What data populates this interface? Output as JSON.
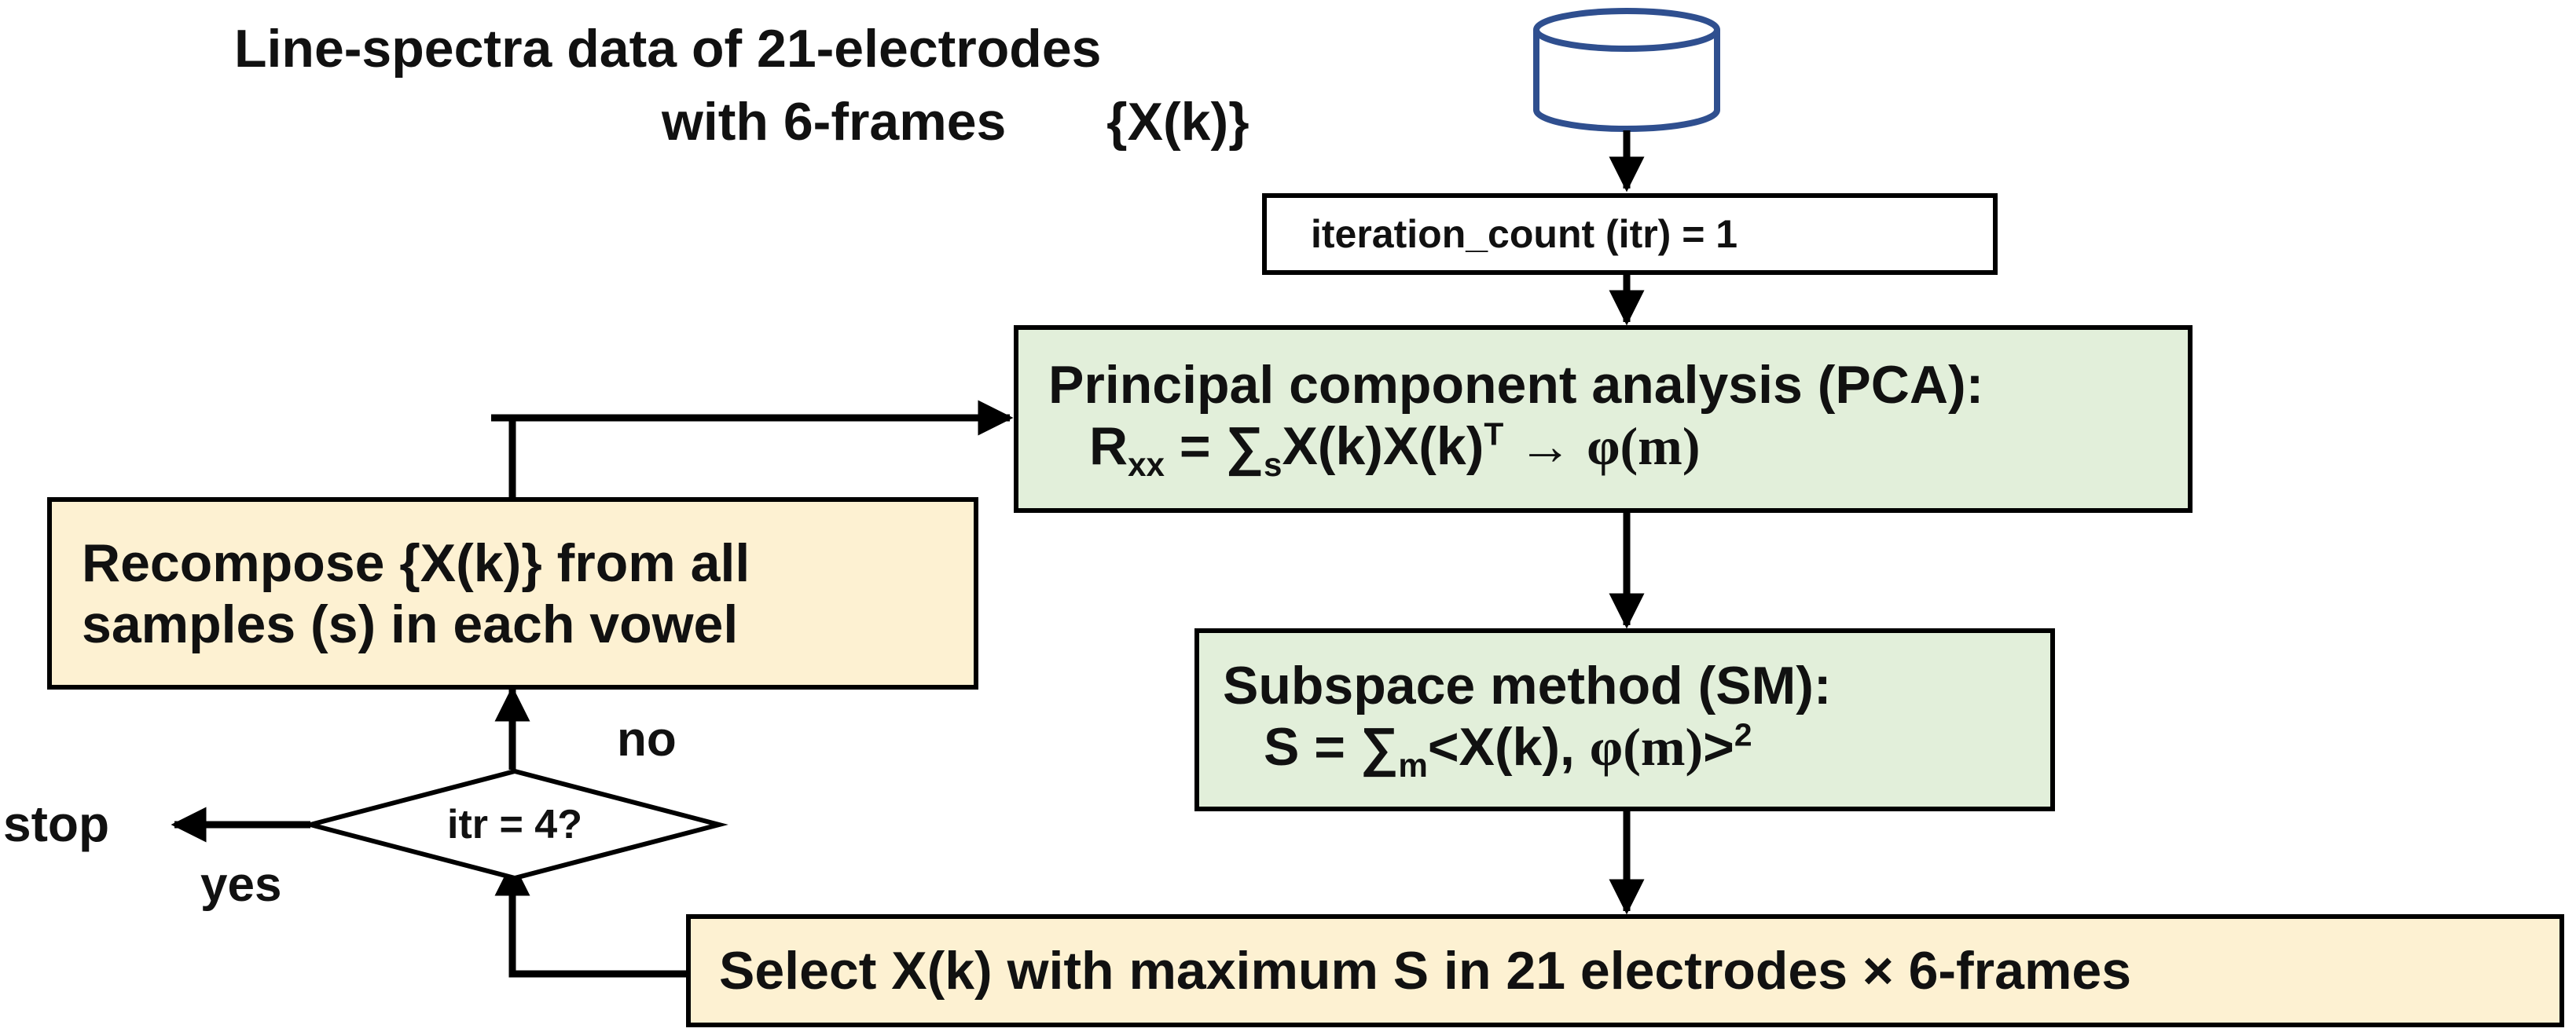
{
  "title": {
    "line1": "Line-spectra data of 21-electrodes",
    "line2": "with 6-frames",
    "set_symbol": "{X(k)}"
  },
  "iteration": {
    "label": "iteration_count (itr) = 1"
  },
  "pca": {
    "title": "Principal component analysis (PCA):",
    "formula": {
      "r": "R",
      "r_sub": "xx",
      "mid": " = ∑",
      "sum_sub": "s",
      "term": "X(k)X(k)",
      "t_sup": "T",
      "arrow": " → ",
      "result": "φ(m)"
    }
  },
  "sm": {
    "title": "Subspace method (SM):",
    "formula": {
      "lhs": "S = ∑",
      "sum_sub": "m",
      "open": "<X(k), ",
      "phi": "φ(m)",
      "close": ">",
      "sq": "2"
    }
  },
  "recompose": {
    "line1": "Recompose {X(k)} from all",
    "line2": "samples (s) in each vowel"
  },
  "decision": {
    "condition": "itr = 4?",
    "no_label": "no",
    "yes_label": "yes",
    "stop_label": "stop"
  },
  "select": {
    "label": "Select X(k) with maximum S in 21 electrodes × 6-frames"
  },
  "colors": {
    "process_fill": "#e2efda",
    "update_fill": "#fdf1d2",
    "database_stroke": "#2f4f8f",
    "stroke": "#000000"
  }
}
